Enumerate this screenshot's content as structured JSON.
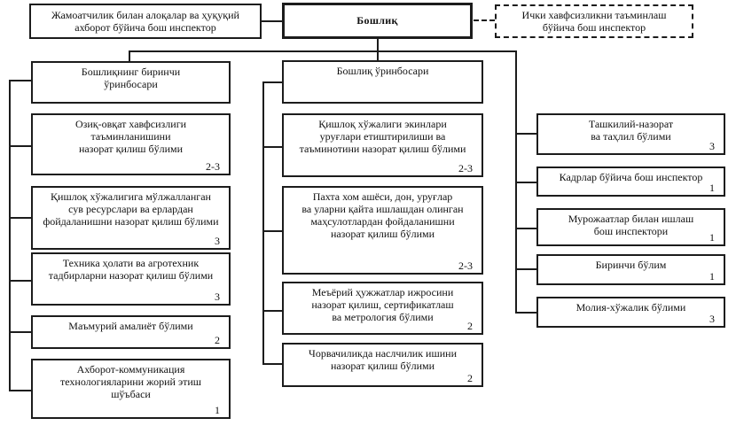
{
  "top": {
    "pr_inspector": "Жамоатчилик билан алоқалар ва ҳуқуқий\nахборот бўйича бош инспектор",
    "chief": "Бошлиқ",
    "security_inspector": "Ички хавфсизликни таъминлаш\nбўйича бош инспектор"
  },
  "left_column": {
    "header": "Бошлиқнинг биринчи\nўринбосари",
    "boxes": [
      {
        "label": "Озиқ-овқат хавфсизлиги\nтаъминланишини\nназорат қилиш бўлими",
        "count": "2-3"
      },
      {
        "label": "Қишлоқ хўжалигига мўлжалланган\nсув ресурслари ва ерлардан\nфойдаланишни назорат қилиш бўлими",
        "count": "3"
      },
      {
        "label": "Техника ҳолати ва агротехник\nтадбирларни назорат қилиш бўлими",
        "count": "3"
      },
      {
        "label": "Маъмурий амалиёт бўлими",
        "count": "2"
      },
      {
        "label": "Ахборот-коммуникация\nтехнологияларини жорий этиш\nшўъбаси",
        "count": "1"
      }
    ]
  },
  "middle_column": {
    "header": "Бошлиқ ўринбосари",
    "boxes": [
      {
        "label": "Қишлоқ хўжалиги экинлари\nуруғлари етиштирилиши ва\nтаъминотини назорат қилиш бўлими",
        "count": "2-3"
      },
      {
        "label": "Пахта хом ашёси, дон, уруғлар\nва уларни қайта ишлашдан  олинган\nмаҳсулотлардан фойдаланишни\nназорат қилиш бўлими",
        "count": "2-3"
      },
      {
        "label": "Меъёрий ҳужжатлар ижросини\nназорат қилиш, сертификатлаш\nва метрология бўлими",
        "count": "2"
      },
      {
        "label": "Чорвачиликда наслчилик ишини\nназорат қилиш бўлими",
        "count": "2"
      }
    ]
  },
  "right_column": {
    "boxes": [
      {
        "label": "Ташкилий-назорат\nва таҳлил бўлими",
        "count": "3"
      },
      {
        "label": "Кадрлар бўйича бош инспектор",
        "count": "1"
      },
      {
        "label": "Мурожаатлар билан ишлаш\nбош инспектори",
        "count": "1"
      },
      {
        "label": "Биринчи бўлим",
        "count": "1"
      },
      {
        "label": "Молия-хўжалик бўлими",
        "count": "3"
      }
    ]
  }
}
